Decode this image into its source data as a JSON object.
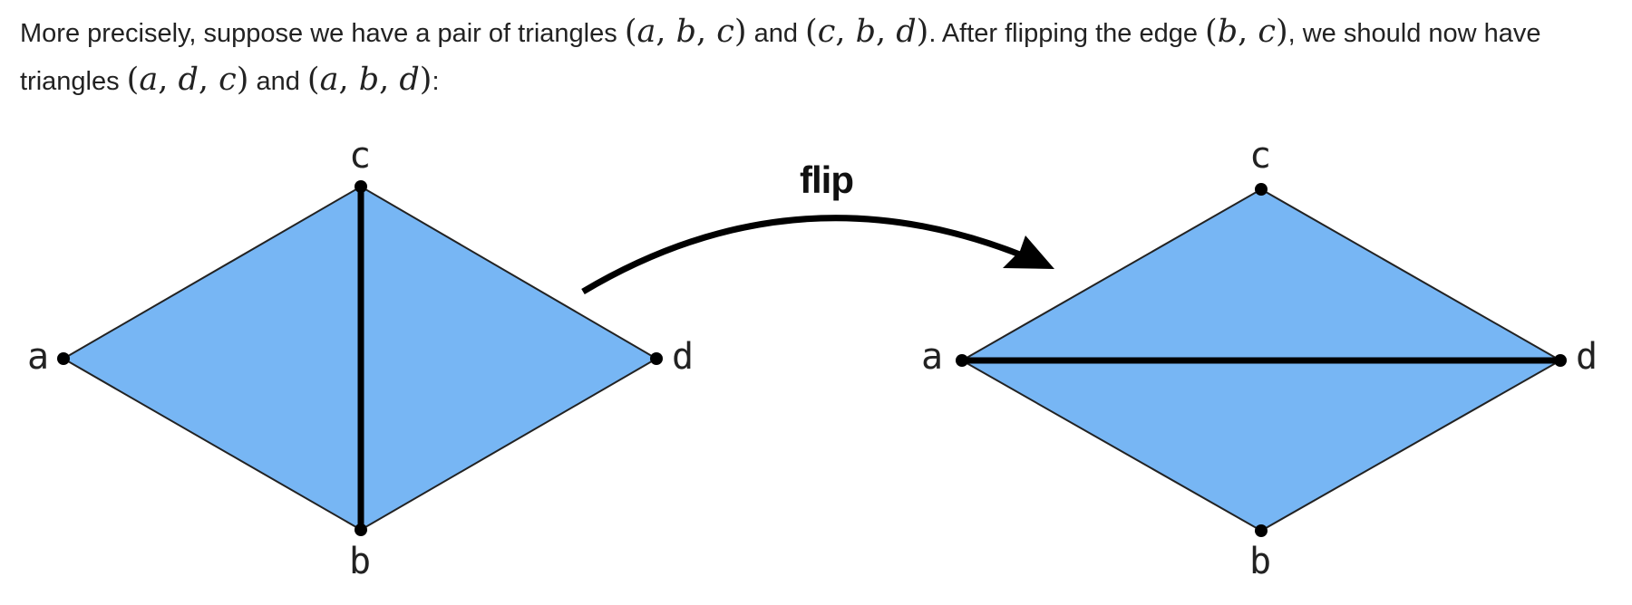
{
  "paragraph": {
    "t1": "More precisely, suppose we have a pair of triangles ",
    "m1": "(a, b, c)",
    "t2": " and ",
    "m2": "(c, b, d)",
    "t3": ". After flipping the edge ",
    "m3": "(b, c)",
    "t4": ", we should now have triangles ",
    "m4": "(a, d, c)",
    "t5": " and ",
    "m5": "(a, b, d)",
    "t6": ":"
  },
  "figure": {
    "fill_color": "#77b6f4",
    "edge_color": "#000000",
    "flip_label": "flip",
    "left": {
      "a": "a",
      "b": "b",
      "c": "c",
      "d": "d"
    },
    "right": {
      "a": "a",
      "b": "b",
      "c": "c",
      "d": "d"
    }
  }
}
